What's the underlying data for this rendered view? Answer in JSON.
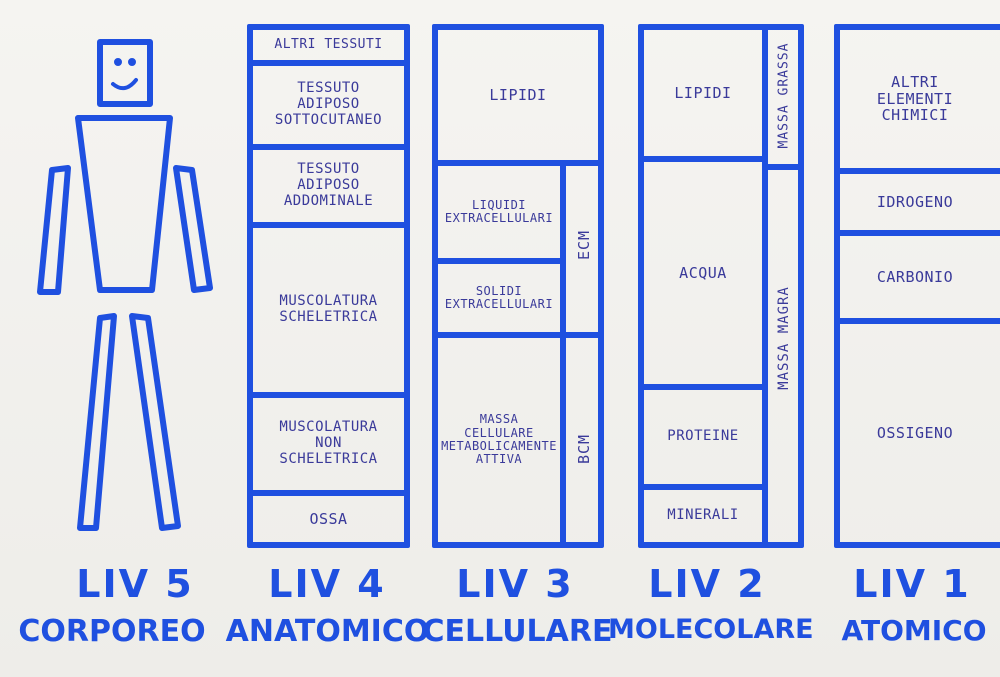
{
  "colors": {
    "ink": "#1f50e0",
    "label": "#3a3a9a"
  },
  "levels": [
    {
      "level": "LIV 5",
      "name": "CORPOREO"
    },
    {
      "level": "LIV 4",
      "name": "ANATOMICO"
    },
    {
      "level": "LIV 3",
      "name": "CELLULARE"
    },
    {
      "level": "LIV 2",
      "name": "MOLECOLARE"
    },
    {
      "level": "LIV 1",
      "name": "ATOMICO"
    }
  ],
  "anatomico": [
    "ALTRI TESSUTI",
    "TESSUTO\nADIPOSO\nSOTTOCUTANEO",
    "TESSUTO\nADIPOSO\nADDOMINALE",
    "MUSCOLATURA\nSCHELETRICA",
    "MUSCOLATURA\nNON\nSCHELETRICA",
    "OSSA"
  ],
  "cellulare": {
    "cells": [
      "LIPIDI",
      "LIQUIDI\nEXTRACELLULARI",
      "SOLIDI\nEXTRACELLULARI",
      "MASSA\nCELLULARE\nMETABOLICAMENTE\nATTIVA"
    ],
    "side": [
      "ECM",
      "BCM"
    ]
  },
  "molecolare": {
    "cells": [
      "LIPIDI",
      "ACQUA",
      "PROTEINE",
      "MINERALI"
    ],
    "side": [
      "MASSA GRASSA",
      "MASSA MAGRA"
    ]
  },
  "atomico": [
    "ALTRI\nELEMENTI\nCHIMICI",
    "IDROGENO",
    "CARBONIO",
    "OSSIGENO"
  ]
}
